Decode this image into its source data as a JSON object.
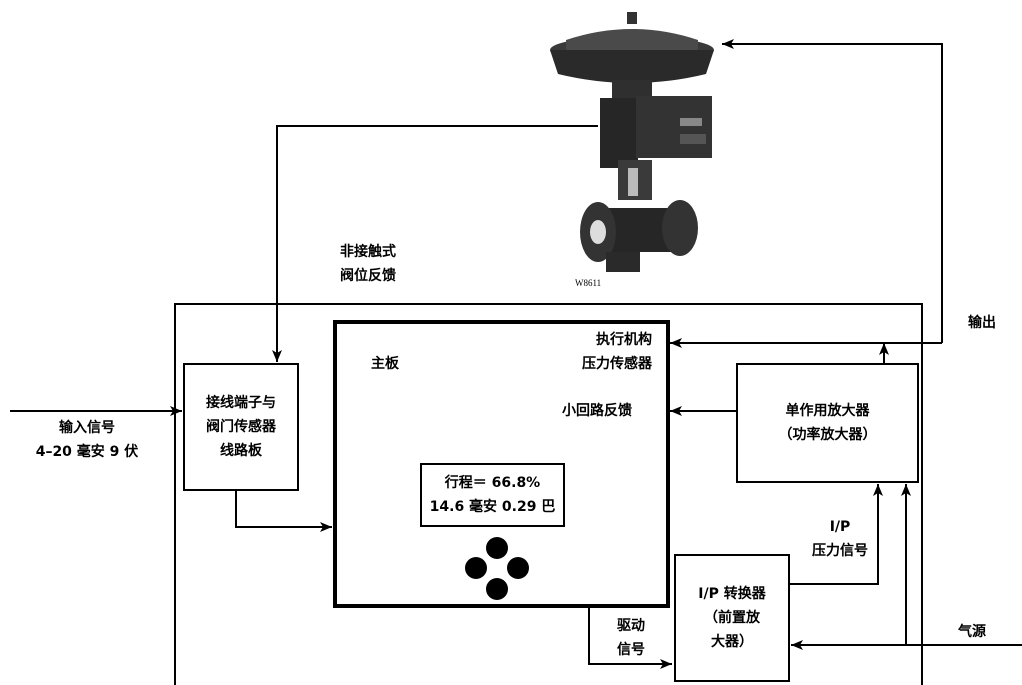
{
  "valve": {
    "image_code": "W8611",
    "feedback_label": [
      "非接触式",
      "阀位反馈"
    ]
  },
  "outer": {
    "output_label": "输出",
    "input_label": [
      "输入信号",
      "4–20 毫安 9 伏"
    ],
    "air_supply_label": "气源"
  },
  "terminal_board": {
    "lines": [
      "接线端子与",
      "阀门传感器",
      "线路板"
    ]
  },
  "main_board": {
    "title": "主板",
    "actuator_sensor": [
      "执行机构",
      "压力传感器"
    ],
    "minor_loop": "小回路反馈",
    "display_lines": [
      "行程＝ 66.8%",
      "14.6 毫安 0.29 巴"
    ],
    "buttons": [
      "up",
      "left",
      "right",
      "down"
    ]
  },
  "amplifier": {
    "lines": [
      "单作用放大器",
      "（功率放大器）"
    ]
  },
  "ip_converter": {
    "lines": [
      "I/P 转换器",
      "（前置放",
      "大器）"
    ],
    "pressure_label": [
      "I/P",
      "压力信号"
    ],
    "drive_label": [
      "驱动",
      "信号"
    ]
  },
  "colors": {
    "line": "#000000",
    "valve_body": "#2a2a2a"
  }
}
